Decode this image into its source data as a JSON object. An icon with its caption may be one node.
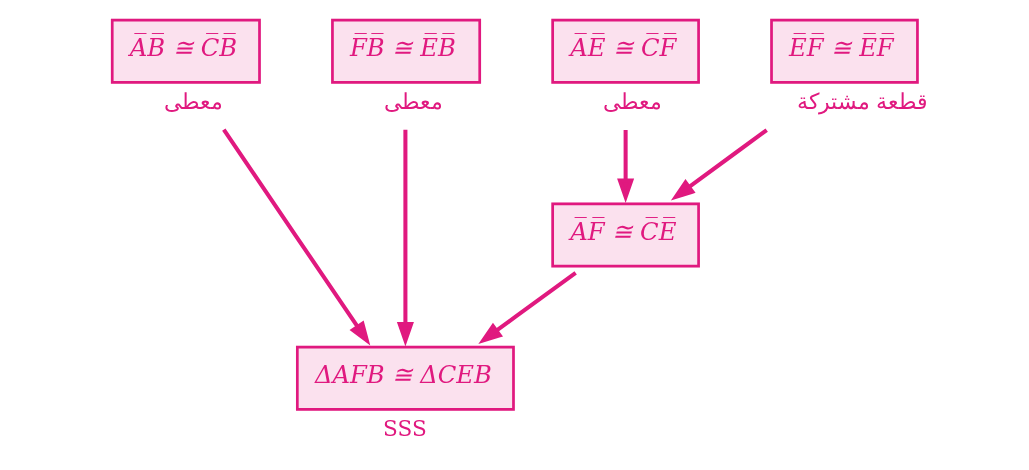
{
  "diagram": {
    "nodes": [
      {
        "text": [
          "A̅B̅ ≅ C̅B̅"
        ],
        "beside": [
          "معطى"
        ]
      },
      {
        "text": [
          "F̅B̅ ≅ E̅B̅"
        ],
        "beside": [
          "معطى"
        ]
      },
      {
        "text": [
          "A̅E̅ ≅ C̅F̅"
        ],
        "beside": [
          "معطى"
        ]
      },
      {
        "text": [
          "E̅F̅ ≅ E̅F̅"
        ],
        "beside": [
          "قطعة مشتركة"
        ]
      },
      {
        "text": [
          "A̅F̅ ≅ C̅E̅"
        ]
      },
      {
        "text": [
          "ΔAFB ≅ ΔCEB"
        ],
        "beside": [
          "SSS"
        ]
      }
    ],
    "edges": [
      {
        "from": 0,
        "to": 5,
        "arrow": "to"
      },
      {
        "from": 1,
        "to": 5,
        "arrow": "to"
      },
      {
        "from": 2,
        "to": 4,
        "arrow": "to"
      },
      {
        "from": 3,
        "to": 4,
        "arrow": "to"
      },
      {
        "from": 4,
        "to": 5,
        "arrow": "to"
      }
    ]
  }
}
